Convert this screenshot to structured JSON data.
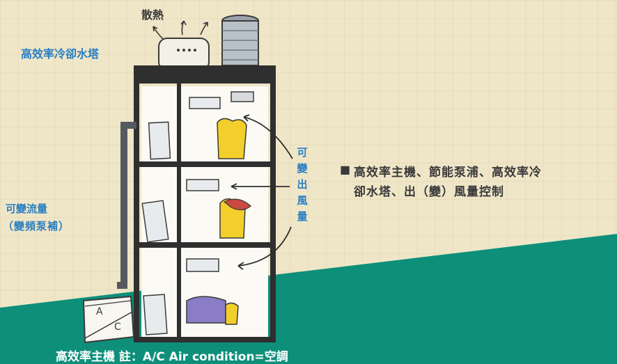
{
  "labels": {
    "heat": "散熱",
    "tower": "高效率冷卻水塔",
    "flow_line1": "可變流量",
    "flow_line2": "（變頻泵補）",
    "air_vertical": [
      "可",
      "變",
      "出",
      "風",
      "量"
    ],
    "bullet_marker": "■",
    "bullet_line1": "高效率主機、節能泵浦、高效率冷",
    "bullet_line2": "卻水塔、出（變）風量控制",
    "chiller_ac_top": "A",
    "chiller_ac_bottom": "C",
    "footer": "高效率主機  註：A/C Air condition=空調"
  },
  "colors": {
    "background": "#efe6c8",
    "grid": "#e2d6b0",
    "teal": "#0e8f7a",
    "label_blue": "#2a7fc1",
    "frame": "#2f2f2f",
    "pipe": "#555a60",
    "character": "#f2cf2a",
    "fabric": "#8a7cc7",
    "accent_red": "#c84a42"
  }
}
